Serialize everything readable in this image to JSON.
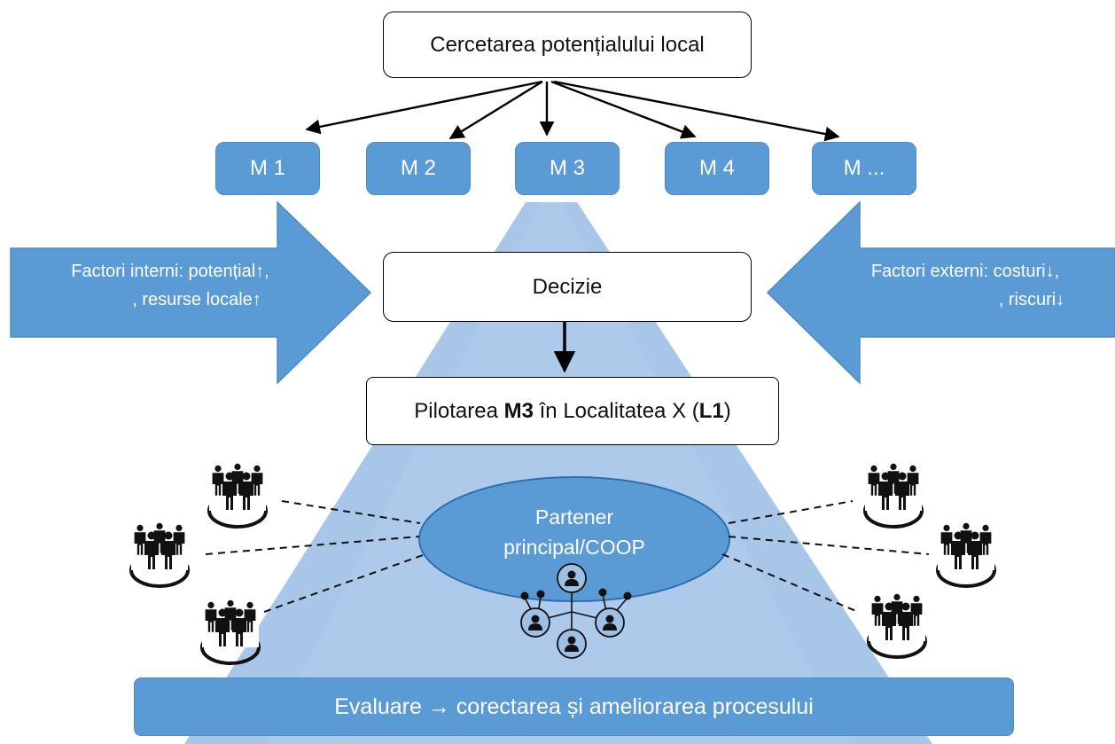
{
  "top_box": "Cercetarea potențialului local",
  "models": [
    "M 1",
    "M 2",
    "M 3",
    "M 4",
    "M ..."
  ],
  "decision": "Decizie",
  "pilot": {
    "prefix": "Pilotarea ",
    "model": "M3",
    "middle": " în Localitatea X (",
    "locality": "L1",
    "suffix": ")"
  },
  "left_arrow": {
    "line1": "Factori interni: potențial↑,",
    "line2": ", resurse locale↑"
  },
  "right_arrow": {
    "line1": "Factori externi: costuri↓,",
    "line2": ", riscuri↓"
  },
  "partner": {
    "line1": "Partener",
    "line2": "principal/COOP"
  },
  "evaluation": "Evaluare → corectarea și ameliorarea procesului",
  "colors": {
    "box_blue": "#5b9bd5",
    "beam_blue": "#9ec0e6",
    "beam_light": "#c5d9f1",
    "text_dark": "#111111"
  },
  "icons": [
    "people-group-icon",
    "person-network-icon"
  ]
}
